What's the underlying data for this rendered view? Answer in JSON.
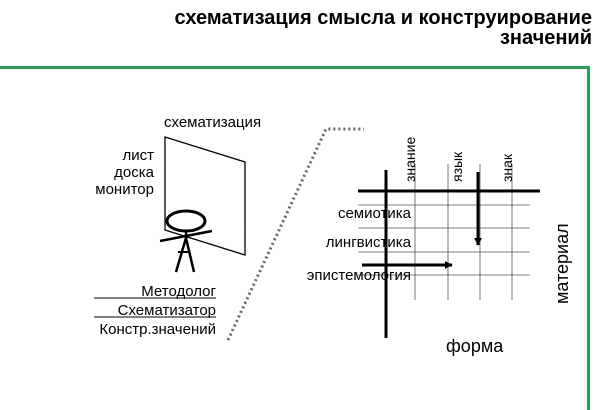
{
  "title": {
    "line1": "схематизация смысла и конструирование",
    "line2": "значений"
  },
  "colors": {
    "frame": "#2e9b5b",
    "ink": "#000000",
    "grid": "#555555",
    "dotted": "#666666"
  },
  "left_panel": {
    "board_label": "схематизация",
    "media": [
      "лист",
      "доска",
      "монитор"
    ],
    "roles": [
      "Методолог",
      "Схематизатор",
      "Констр.значений"
    ]
  },
  "grid_panel": {
    "column_headers": [
      "знание",
      "язык",
      "знак"
    ],
    "row_labels": [
      "семиотика",
      "лингвистика",
      "эпистемология"
    ],
    "bottom_axis": "форма",
    "right_axis": "материал"
  }
}
